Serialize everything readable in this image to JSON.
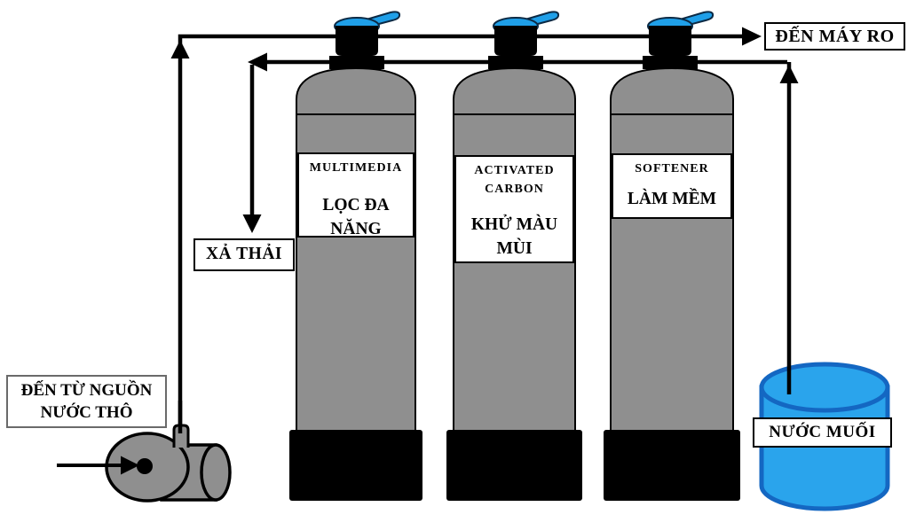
{
  "diagram": {
    "labels": {
      "to_ro": "ĐẾN MÁY RO",
      "drain": "XẢ THẢI",
      "raw_source_line1": "ĐẾN TỪ NGUỒN",
      "raw_source_line2": "NƯỚC THÔ",
      "brine": "NƯỚC MUỐI"
    },
    "tanks": [
      {
        "name_en": "MULTIMEDIA",
        "name_vi": "LỌC ĐA NĂNG"
      },
      {
        "name_en": "ACTIVATED CARBON",
        "name_vi": "KHỬ MÀU MÙI"
      },
      {
        "name_en": "SOFTENER",
        "name_vi": "LÀM MỀM"
      }
    ],
    "colors": {
      "pipe_black": "#000000",
      "tank_gray": "#8f8f8f",
      "base_black": "#000000",
      "valve_blue": "#1f9fe8",
      "valve_blue_dark": "#0c2a45",
      "brine_fill": "#2aa4ec",
      "brine_stroke": "#1467c2",
      "box_bg": "#ffffff",
      "box_border_gray": "#6a6a6a"
    }
  }
}
